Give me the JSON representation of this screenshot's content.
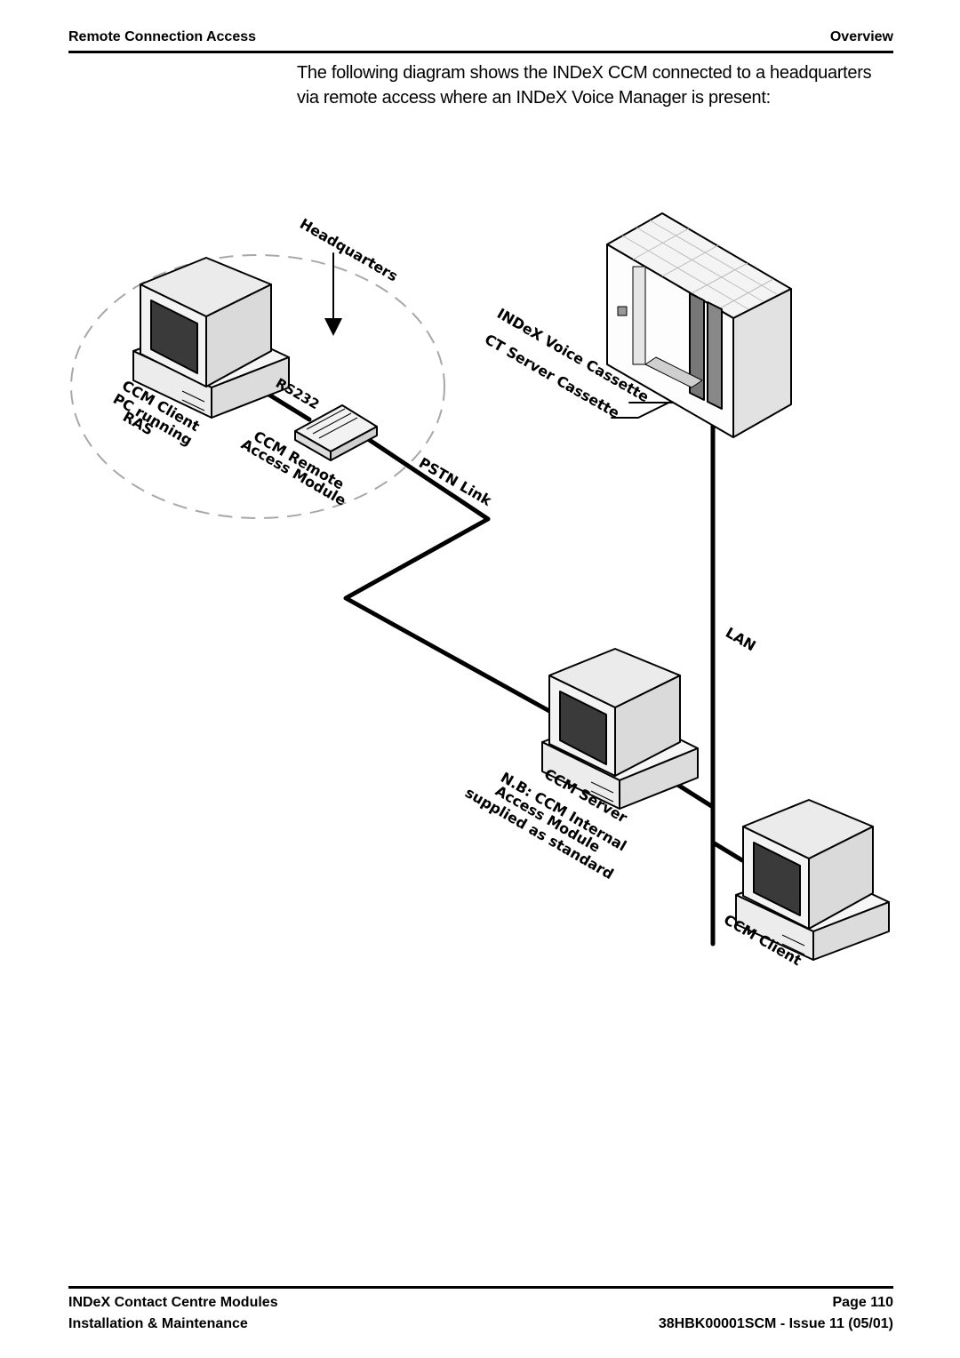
{
  "header": {
    "left": "Remote Connection Access",
    "right": "Overview"
  },
  "intro": "The following diagram shows the INDeX CCM connected to a headquarters via remote access where an INDeX Voice Manager is present:",
  "diagram": {
    "labels": {
      "headquarters": "Headquarters",
      "voice_cassette": "INDeX Voice Cassette",
      "ct_server_cassette": "CT Server Cassette",
      "client_line1": "CCM Client",
      "client_line2": "PC running",
      "client_line3": "RAS",
      "rs232": "RS232",
      "remote_line1": "CCM Remote",
      "remote_line2": "Access Module",
      "pstn": "PSTN Link",
      "lan": "LAN",
      "server_line1": "CCM Server",
      "server_line2": "N.B: CCM Internal",
      "server_line3": "Access Module",
      "server_line4": "supplied as standard",
      "client2": "CCM Client"
    }
  },
  "footer": {
    "left_line1": "INDeX Contact Centre Modules",
    "left_line2": "Installation & Maintenance",
    "right_line1": "Page 110",
    "right_line2": "38HBK00001SCM - Issue 11 (05/01)"
  }
}
